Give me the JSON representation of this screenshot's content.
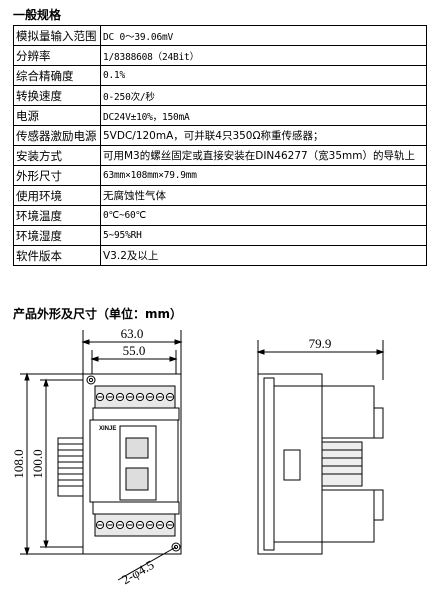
{
  "section1": {
    "title": "一般规格"
  },
  "specs": [
    {
      "key": "模拟量输入范围",
      "value": "DC 0～39.06mV",
      "cjk": false
    },
    {
      "key": "分辨率",
      "value": "1/8388608（24Bit）",
      "cjk": false
    },
    {
      "key": "综合精确度",
      "value": "0.1%",
      "cjk": false
    },
    {
      "key": "转换速度",
      "value": "0-250次/秒",
      "cjk": false
    },
    {
      "key": "电源",
      "value": "DC24V±10%，150mA",
      "cjk": false
    },
    {
      "key": "传感器激励电源",
      "value": "5VDC/120mA，可并联4只350Ω称重传感器；",
      "cjk": true
    },
    {
      "key": "安装方式",
      "value": "可用M3的螺丝固定或直接安装在DIN46277（宽35mm）的导轨上",
      "cjk": true
    },
    {
      "key": "外形尺寸",
      "value": "63mm×108mm×79.9mm",
      "cjk": false
    },
    {
      "key": "使用环境",
      "value": "无腐蚀性气体",
      "cjk": true
    },
    {
      "key": "环境温度",
      "value": "0℃~60℃",
      "cjk": false
    },
    {
      "key": "环境湿度",
      "value": "5~95%RH",
      "cjk": false
    },
    {
      "key": "软件版本",
      "value": "V3.2及以上",
      "cjk": true
    }
  ],
  "section2": {
    "title": "产品外形及尺寸（单位：mm）"
  },
  "drawing": {
    "front_width_outer": "63.0",
    "front_width_inner": "55.0",
    "height_outer": "108.0",
    "height_inner": "100.0",
    "hole_label": "2-φ4.5",
    "side_depth": "79.9",
    "logo_text": "XINJE"
  }
}
